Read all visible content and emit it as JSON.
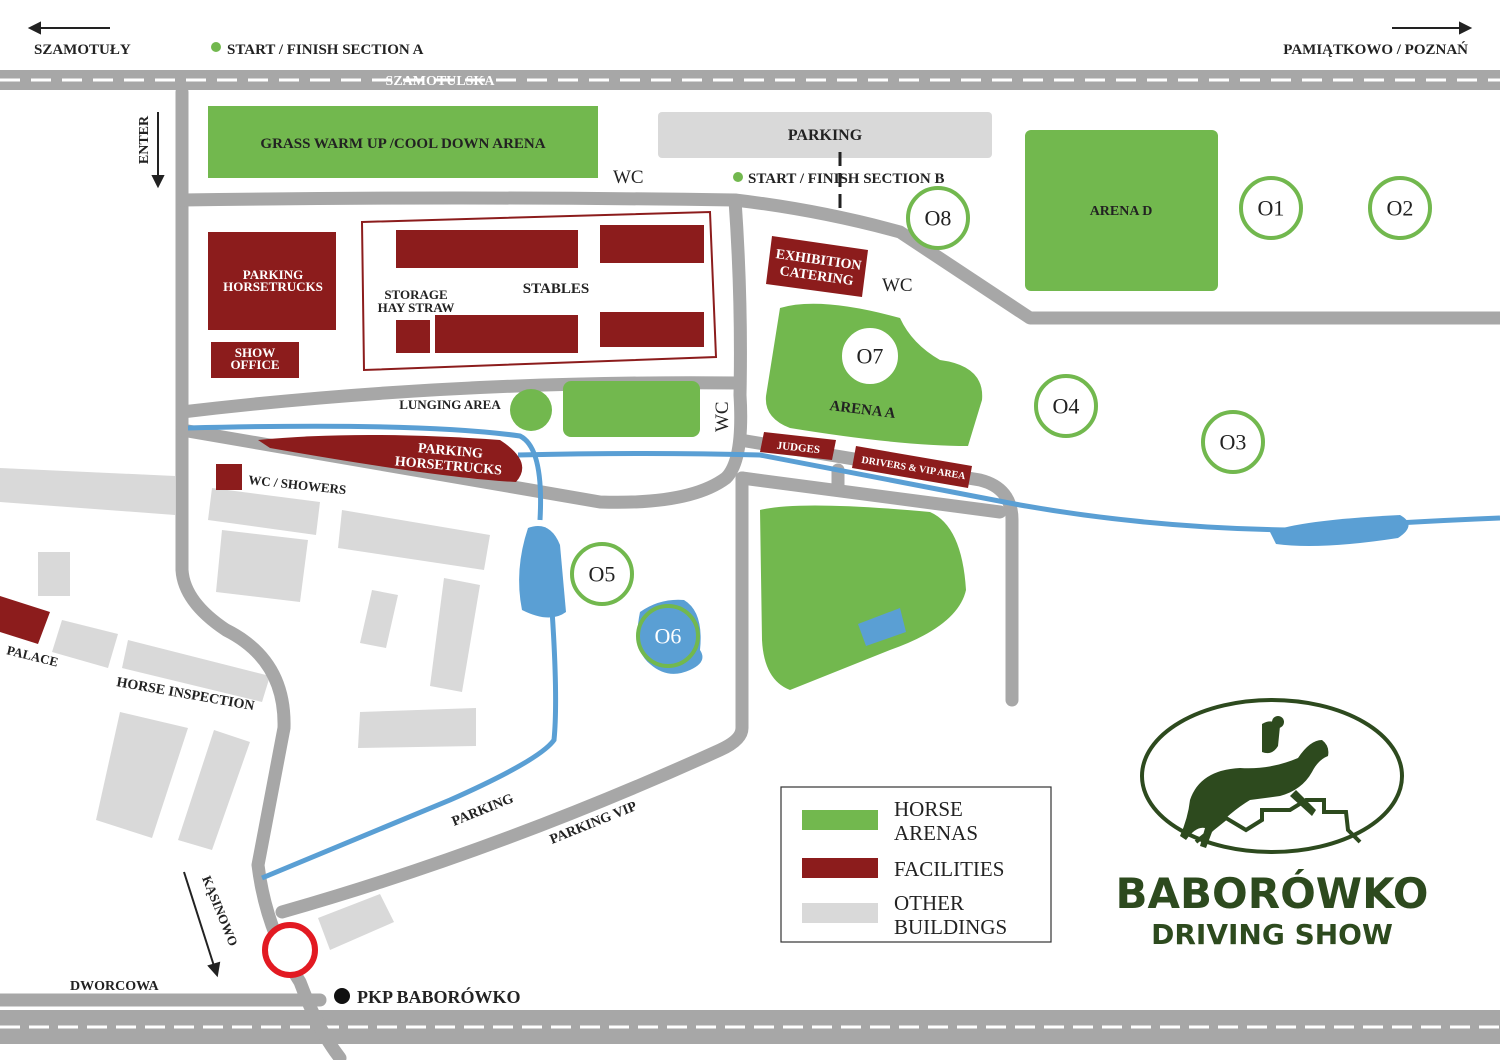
{
  "top": {
    "left_direction": "SZAMOTUŁY",
    "right_direction": "PAMIĄTKOWO / POZNAŃ",
    "start_a": "START / FINISH SECTION A",
    "road_name": "SZAMOTULSKA"
  },
  "labels": {
    "enter": "ENTER",
    "grass_arena": "GRASS WARM UP /COOL DOWN ARENA",
    "parking_top": "PARKING",
    "start_b": "START / FINISH SECTION B",
    "wc": "WC",
    "arena_d": "ARENA D",
    "parking_horsetrucks_1": "PARKING",
    "parking_horsetrucks_2": "HORSETRUCKS",
    "show_office_1": "SHOW",
    "show_office_2": "OFFICE",
    "storage_1": "STORAGE",
    "storage_2": "HAY STRAW",
    "stables": "STABLES",
    "exhibition": "EXHIBITION",
    "catering": "CATERING",
    "arena_a": "ARENA A",
    "lunging_area": "LUNGING AREA",
    "judges": "JUDGES",
    "drivers_vip": "DRIVERS & VIP AREA",
    "wc_showers": "WC / SHOWERS",
    "palace": "PALACE",
    "horse_inspection": "HORSE INSPECTION",
    "parking": "PARKING",
    "parking_vip": "PARKING VIP",
    "kasinowo": "KĄSINOWO",
    "dworcowa": "DWORCOWA",
    "pkp": "PKP BABORÓWKO"
  },
  "obstacles": [
    "O1",
    "O2",
    "O3",
    "O4",
    "O5",
    "O6",
    "O7",
    "O8"
  ],
  "legend": {
    "horse_arenas_1": "HORSE",
    "horse_arenas_2": "ARENAS",
    "facilities": "FACILITIES",
    "other_1": "OTHER",
    "other_2": "BUILDINGS"
  },
  "logo": {
    "title": "BABORÓWKO",
    "subtitle": "DRIVING SHOW"
  },
  "colors": {
    "arena_green": "#72b84e",
    "facility_red": "#8c1c1c",
    "building_gray": "#d9d9d9",
    "road_gray": "#a7a7a7",
    "water_blue": "#5a9fd4",
    "logo_green": "#2d4a1e",
    "roundabout_red": "#e21a22"
  }
}
